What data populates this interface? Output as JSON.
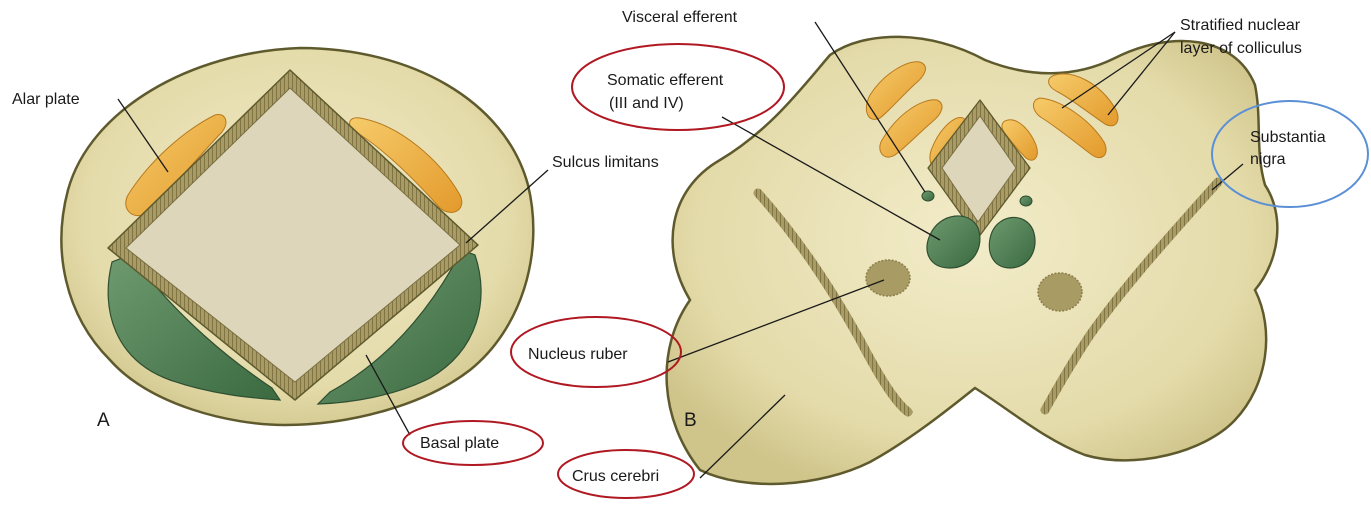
{
  "panels": {
    "a": {
      "letter": "A",
      "labels": {
        "alar_plate": "Alar plate",
        "sulcus_limitans": "Sulcus limitans",
        "basal_plate": "Basal plate"
      }
    },
    "b": {
      "letter": "B",
      "labels": {
        "visceral_efferent": "Visceral efferent",
        "somatic_efferent_1": "Somatic efferent",
        "somatic_efferent_2": "(III and IV)",
        "stratified_1": "Stratified nuclear",
        "stratified_2": "layer of colliculus",
        "substantia_1": "Substantia",
        "substantia_2": "nigra",
        "nucleus_ruber": "Nucleus ruber",
        "crus_cerebri": "Crus cerebri"
      }
    }
  },
  "colors": {
    "tissue": "#e7dfb1",
    "tissue_outline": "#5f5a2d",
    "ventricle": "#ddd6bb",
    "ependyma": "#9c8f5a",
    "alar_orange": "#f0b44a",
    "basal_green": "#4e7d52",
    "highlight_red": "#b01822",
    "highlight_blue": "#5b8fd6"
  }
}
